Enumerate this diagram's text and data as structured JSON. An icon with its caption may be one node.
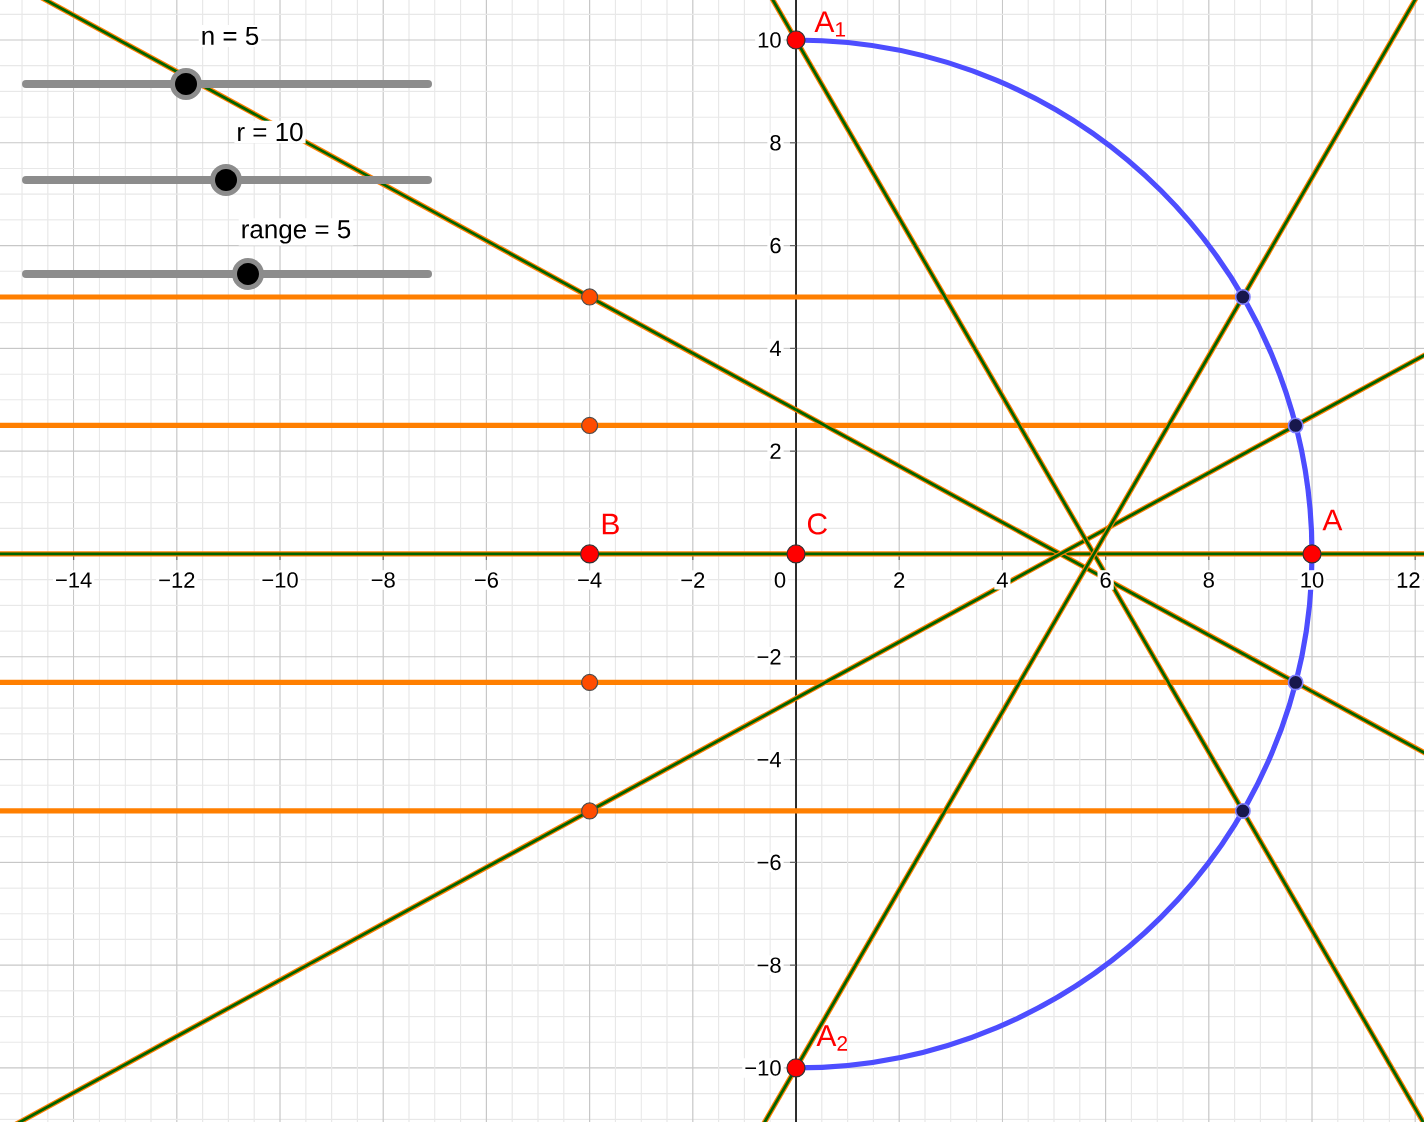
{
  "diagram": {
    "labels": [
      "n = 5",
      "r = 10",
      "range = 5",
      "A$_{1}$",
      "10",
      "8",
      "6",
      "4",
      "2",
      "B",
      "C",
      "A",
      "−14",
      "−12",
      "−10",
      "−8",
      "−6",
      "−4",
      "−2",
      "0",
      "2",
      "4",
      "6",
      "8",
      "10",
      "12",
      "−2",
      "−4",
      "−6",
      "−8",
      "−10",
      "A$_{2}$"
    ]
  }
}
